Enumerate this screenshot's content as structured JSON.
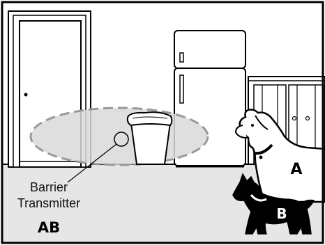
{
  "callout": {
    "label_line1": "Barrier",
    "label_line2": "Transmitter",
    "code": "AB"
  },
  "dogs": [
    {
      "label": "A",
      "body_color": "#ffffff"
    },
    {
      "label": "B",
      "body_color": "#000000"
    }
  ],
  "colors": {
    "outline": "#000000",
    "floor": "#e6e6e6",
    "barrier_zone": "#d9d9d9",
    "barrier_dash": "#999999"
  },
  "icons": [
    "door-icon",
    "refrigerator-icon",
    "cabinet-icon",
    "trash-can-icon",
    "barrier-transmitter-icon",
    "dog-icon"
  ]
}
